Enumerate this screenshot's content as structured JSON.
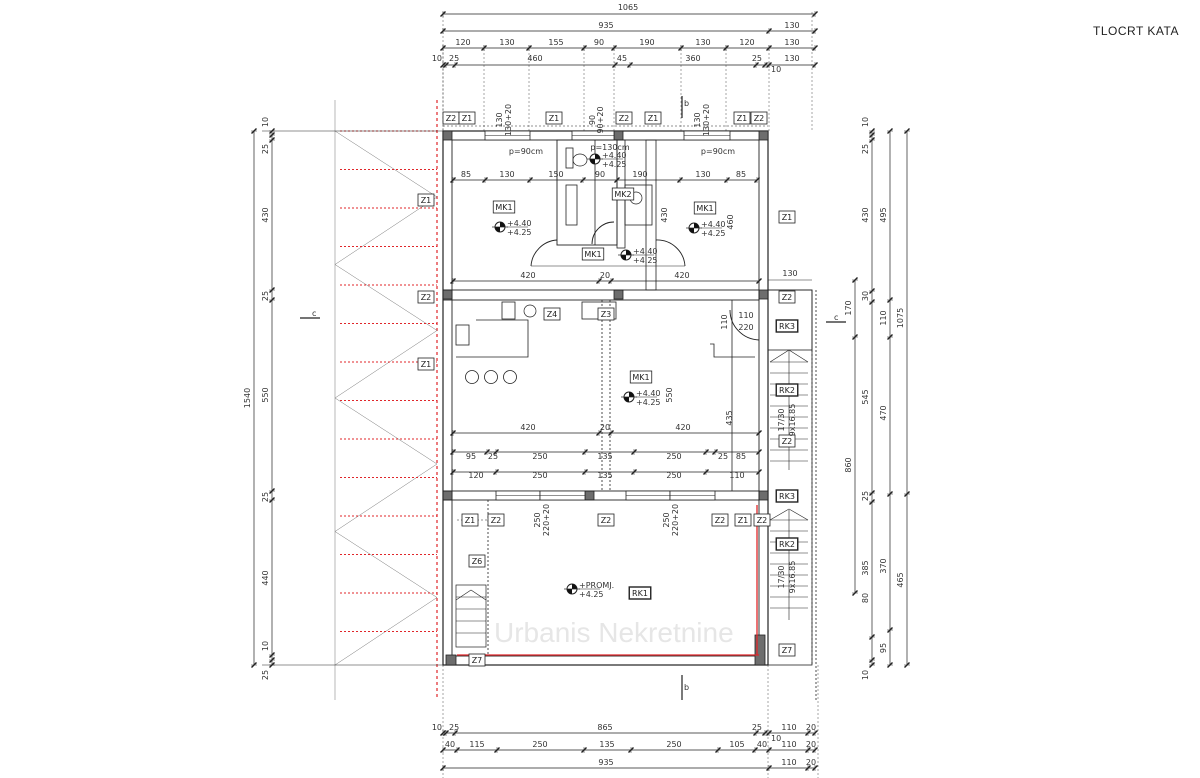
{
  "title": "TLOCRT KATA",
  "watermark": "Urbanis Nekretnine",
  "dims": {
    "top": {
      "overall": "1065",
      "row2": [
        "935",
        "130"
      ],
      "row3": [
        "120",
        "130",
        "155",
        "90",
        "190",
        "130",
        "120",
        "130"
      ],
      "row4": [
        "10",
        "25",
        "460",
        "45",
        "360",
        "25",
        "10",
        "130"
      ]
    },
    "bottom": {
      "row1": [
        "10",
        "25",
        "865",
        "25",
        "10",
        "110",
        "20"
      ],
      "row2": [
        "40",
        "115",
        "250",
        "135",
        "250",
        "105",
        "40",
        "110",
        "20"
      ],
      "row3": [
        "935",
        "110",
        "20"
      ]
    },
    "left": {
      "overall": "1540",
      "chain": [
        "10",
        "25",
        "430",
        "25",
        "550",
        "25",
        "440",
        "10",
        "25"
      ]
    },
    "right": {
      "col1": [
        "170",
        "860"
      ],
      "col2": [
        "10",
        "25",
        "430",
        "30",
        "545",
        "25",
        "385",
        "80",
        "10"
      ],
      "col3": [
        "495",
        "110",
        "470",
        "370",
        "95"
      ],
      "col4": [
        "1075",
        "465"
      ]
    },
    "interior": {
      "row_top": [
        "85",
        "130",
        "150",
        "90",
        "190",
        "130",
        "85"
      ],
      "mid1": [
        "420",
        "20",
        "420"
      ],
      "mid2": [
        "420",
        "20",
        "420"
      ],
      "row_a": [
        "95",
        "25",
        "250",
        "135",
        "250",
        "25",
        "85"
      ],
      "row_b": [
        "120",
        "250",
        "135",
        "250",
        "110"
      ],
      "verticals": [
        "430",
        "460",
        "550",
        "435",
        "110",
        "110",
        "220",
        "130"
      ]
    }
  },
  "windows": [
    "130",
    "130+20",
    "90",
    "90+20",
    "130",
    "130+20",
    "250",
    "220+20",
    "250",
    "220+20"
  ],
  "parapets": [
    "p=90cm",
    "p=130cm",
    "p=90cm"
  ],
  "tags": [
    "Z2",
    "Z1",
    "Z1",
    "Z2",
    "Z1",
    "Z1",
    "Z2",
    "Z1",
    "MK1",
    "MK2",
    "MK1",
    "Z1",
    "MK1",
    "Z2",
    "Z4",
    "Z3",
    "Z2",
    "RK3",
    "Z1",
    "MK1",
    "RK2",
    "Z2",
    "RK3",
    "Z1",
    "Z2",
    "Z2",
    "Z2",
    "Z1",
    "Z2",
    "RK2",
    "Z6",
    "RK1",
    "Z7",
    "Z7"
  ],
  "elevations": [
    {
      "top": "+4.40",
      "bottom": "+4.25"
    },
    {
      "top": "+4.40",
      "bottom": "+4.25"
    },
    {
      "top": "+4.40",
      "bottom": "+4.25"
    },
    {
      "top": "+4.40",
      "bottom": "+4.25"
    },
    {
      "top": "+4.40",
      "bottom": "+4.25"
    },
    {
      "top": "+PROMJ.",
      "bottom": "+4.25"
    }
  ],
  "stairs": [
    "17/30",
    "9x16.85",
    "17/30",
    "9x16.85"
  ],
  "section_marks": [
    "b",
    "b",
    "c",
    "c"
  ],
  "colors": {
    "line": "#222222",
    "red": "#e0262a",
    "wall_fill": "#6d6d6d"
  }
}
